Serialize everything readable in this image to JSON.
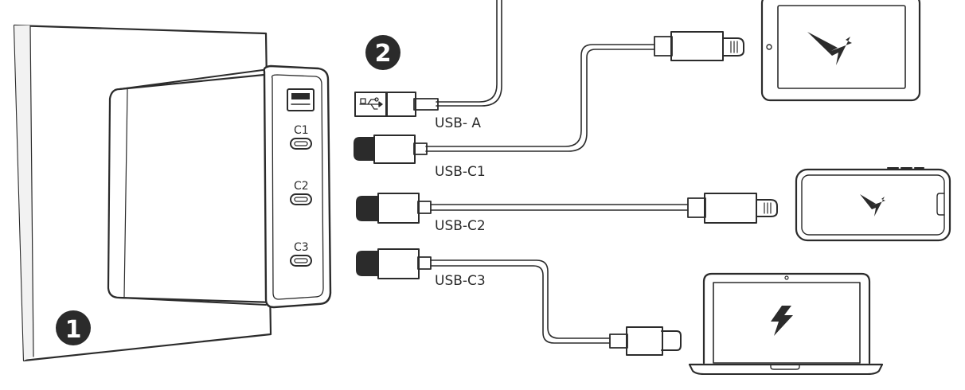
{
  "steps": {
    "one": "1",
    "two": "2"
  },
  "charger_ports": {
    "c1": "C1",
    "c2": "C2",
    "c3": "C3"
  },
  "cables": {
    "usb_a": "USB- A",
    "usb_c1": "USB-C1",
    "usb_c2": "USB-C2",
    "usb_c3": "USB-C3"
  },
  "icons": {
    "step_badge": "numbered-circle",
    "charging": "lightning-bolt-icon"
  },
  "colors": {
    "stroke": "#2b2b2b",
    "fill": "#ffffff",
    "plug_tip": "#2b2b2b",
    "badge": "#2b2b2b"
  }
}
